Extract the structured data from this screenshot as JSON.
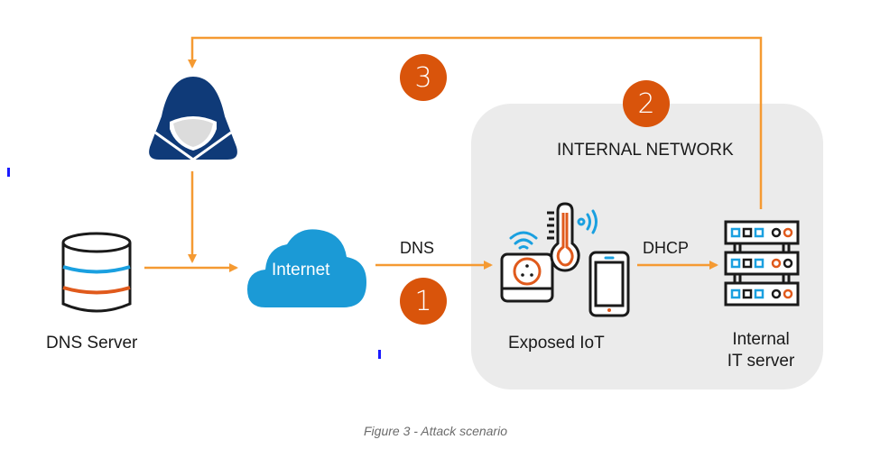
{
  "diagram": {
    "title_caption": "Figure 3 - Attack scenario",
    "nodes": {
      "attacker": {
        "label": "",
        "icon": "hooded-attacker-icon"
      },
      "dns_server": {
        "label": "DNS Server",
        "icon": "database-icon"
      },
      "internet": {
        "label": "Internet",
        "icon": "cloud-icon"
      },
      "exposed_iot": {
        "label": "Exposed IoT",
        "icon": "iot-devices-icon"
      },
      "internal_it_server": {
        "label_line1": "Internal",
        "label_line2": "IT server",
        "icon": "server-rack-icon"
      }
    },
    "group": {
      "label": "INTERNAL NETWORK"
    },
    "edges": [
      {
        "from": "dns_server",
        "to": "internet",
        "label": ""
      },
      {
        "from": "attacker",
        "to": "internet",
        "label": ""
      },
      {
        "from": "internet",
        "to": "exposed_iot",
        "label": "DNS"
      },
      {
        "from": "exposed_iot",
        "to": "internal_it_server",
        "label": "DHCP"
      },
      {
        "from": "internal_it_server",
        "to": "attacker",
        "label": ""
      }
    ],
    "steps": [
      {
        "number": "1"
      },
      {
        "number": "2"
      },
      {
        "number": "3"
      }
    ],
    "colors": {
      "arrow": "#f59a32",
      "badge": "#d9540b",
      "navy": "#0f3a78",
      "cloud": "#1b9ad6",
      "blue_accent": "#1aa0e0",
      "orange_accent": "#e05a1c",
      "group_bg": "#ebebeb"
    }
  }
}
